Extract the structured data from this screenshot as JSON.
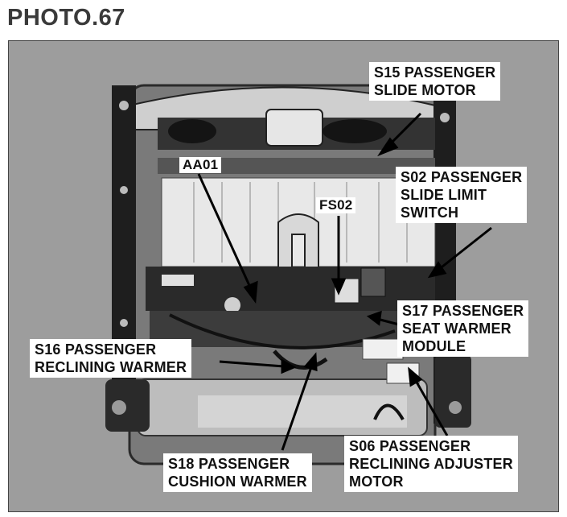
{
  "title": "PHOTO.67",
  "labels": {
    "s15": "S15 PASSENGER\nSLIDE MOTOR",
    "aa01": "AA01",
    "s02": "S02 PASSENGER\nSLIDE LIMIT\nSWITCH",
    "fs02": "FS02",
    "s17": "S17 PASSENGER\nSEAT WARMER\nMODULE",
    "s16": "S16 PASSENGER\nRECLINING WARMER",
    "s18": "S18 PASSENGER\nCUSHION WARMER",
    "s06": "S06 PASSENGER\nRECLINING ADJUSTER\nMOTOR"
  }
}
